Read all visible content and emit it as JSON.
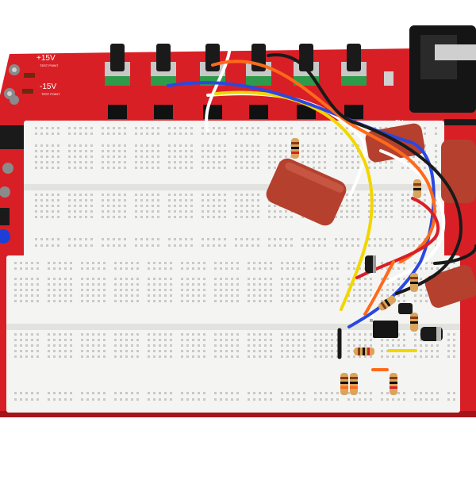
{
  "pcb": {
    "color": "#d91f26",
    "labels": {
      "plus15": "+15V",
      "minus15": "-15V",
      "testpoint": "TEST POINT",
      "nine_v": "9V"
    }
  },
  "breadboard": {
    "color": "#f4f4f2",
    "hole_color": "#c9c9c6"
  },
  "wires": {
    "colors": [
      "#ffffff",
      "#f2d600",
      "#2a48e0",
      "#ff6a1a",
      "#1a1a1a",
      "#d91f26"
    ]
  },
  "icons": [
    "potentiometer-icon",
    "capacitor-icon",
    "resistor-icon",
    "ic-chip-icon",
    "barrel-jack-icon"
  ]
}
